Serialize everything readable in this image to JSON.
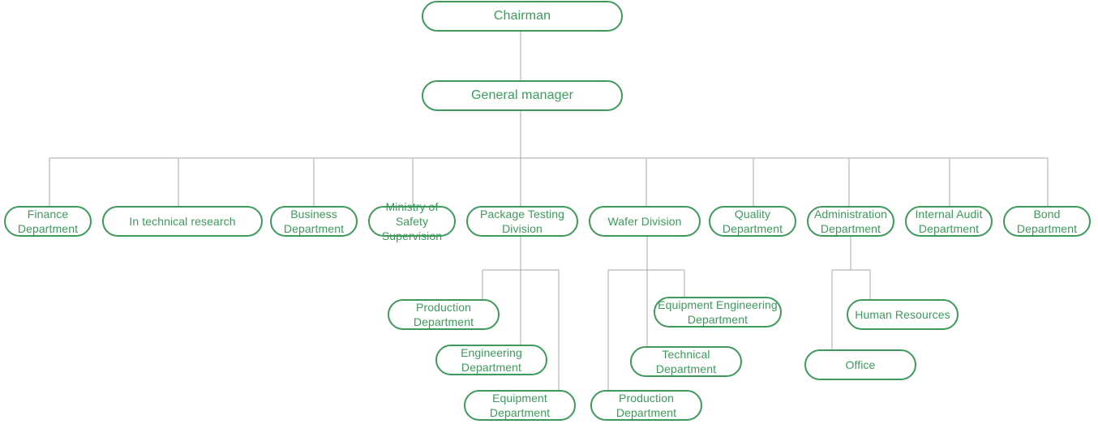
{
  "theme": {
    "line_color": "#aaaaaa",
    "accent": "#3e9a5c",
    "fill": "#ffffff"
  },
  "chairman": "Chairman",
  "general_manager": "General manager",
  "departments": {
    "finance": "Finance\nDepartment",
    "tech_research": "In technical research",
    "business": "Business\nDepartment",
    "safety": "Ministry of Safety\nSupervision",
    "package_testing": "Package Testing\nDivision",
    "wafer": "Wafer Division",
    "quality": "Quality\nDepartment",
    "administration": "Administration\nDepartment",
    "internal_audit": "Internal Audit\nDepartment",
    "bond": "Bond\nDepartment"
  },
  "package_testing_children": {
    "production": "Production\nDepartment",
    "engineering": "Engineering\nDepartment",
    "equipment": "Equipment\nDepartment"
  },
  "wafer_children": {
    "equipment_engineering": "Equipment Engineering\nDepartment",
    "technical": "Technical\nDepartment",
    "production": "Production\nDepartment"
  },
  "administration_children": {
    "human_resources": "Human Resources",
    "office": "Office"
  }
}
